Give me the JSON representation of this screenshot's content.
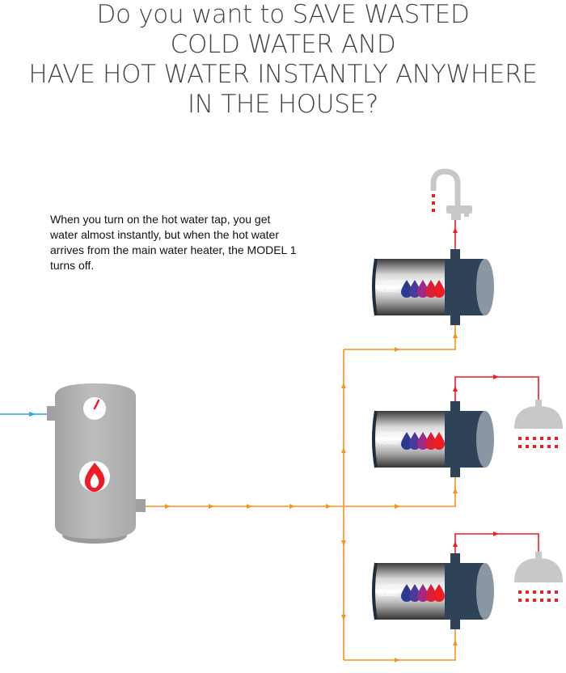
{
  "headline": {
    "line1": "Do you want to SAVE WASTED",
    "line2": "COLD WATER AND",
    "line3": "HAVE HOT WATER INSTANTLY ANYWHERE",
    "line4": "IN THE HOUSE?"
  },
  "description": "When you turn on the hot water tap, you get water almost instantly, but when the hot water arrives from the main water heater, the MODEL 1 turns off.",
  "units": [
    {
      "brand": "HEATWORKS",
      "model": "MODEL 1"
    },
    {
      "brand": "HEATWORKS",
      "model": "MODEL 1"
    },
    {
      "brand": "HEATWORKS",
      "model": "MODEL 1"
    }
  ],
  "colors": {
    "hot_pipe": "#ee1c25",
    "feed_pipe": "#f7941d",
    "cold_pipe": "#27aae1",
    "unit_cap": "#2e4358",
    "heater_body": "#b4b4b4",
    "fixture_grey": "#c8c8c8"
  },
  "icons": [
    "faucet-icon",
    "shower-icon",
    "flame-icon",
    "gauge-icon",
    "water-drop-icon"
  ]
}
